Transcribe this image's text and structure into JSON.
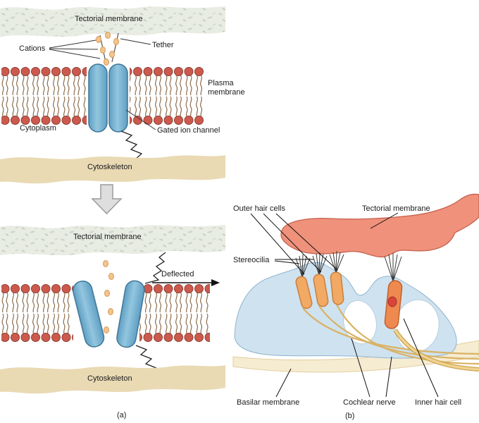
{
  "figure": {
    "panel_a": {
      "caption": "(a)",
      "upper": {
        "labels": {
          "tectorial_membrane": "Tectorial membrane",
          "cations": "Cations",
          "tether": "Tether",
          "plasma_membrane": "Plasma membrane",
          "cytoplasm": "Cytoplasm",
          "gated_ion_channel": "Gated ion channel",
          "cytoskeleton": "Cytoskeleton"
        }
      },
      "lower": {
        "labels": {
          "tectorial_membrane": "Tectorial membrane",
          "deflected": "Deflected",
          "cytoskeleton": "Cytoskeleton"
        }
      }
    },
    "panel_b": {
      "caption": "(b)",
      "labels": {
        "outer_hair_cells": "Outer hair cells",
        "tectorial_membrane": "Tectorial membrane",
        "stereocilia": "Stereocilia",
        "basilar_membrane": "Basilar membrane",
        "cochlear_nerve": "Cochlear nerve",
        "inner_hair_cell": "Inner hair cell"
      }
    },
    "colors": {
      "lipid_head": "#cb5a4d",
      "lipid_tail": "#8a6b4b",
      "ion_channel": "#7db6d6",
      "cation": "#f3c48e",
      "tectorial_texture": "#e7ebe2",
      "cytoskeleton_band": "#e9dab4",
      "tectorial_membrane_b": "#f0917b",
      "organ_of_corti": "#cfe2ef",
      "outer_hair_cell": "#f2a963",
      "inner_hair_cell": "#ee8a4f",
      "nerve_fiber": "#d9b264",
      "basilar_membrane": "#f6ecd2"
    }
  }
}
